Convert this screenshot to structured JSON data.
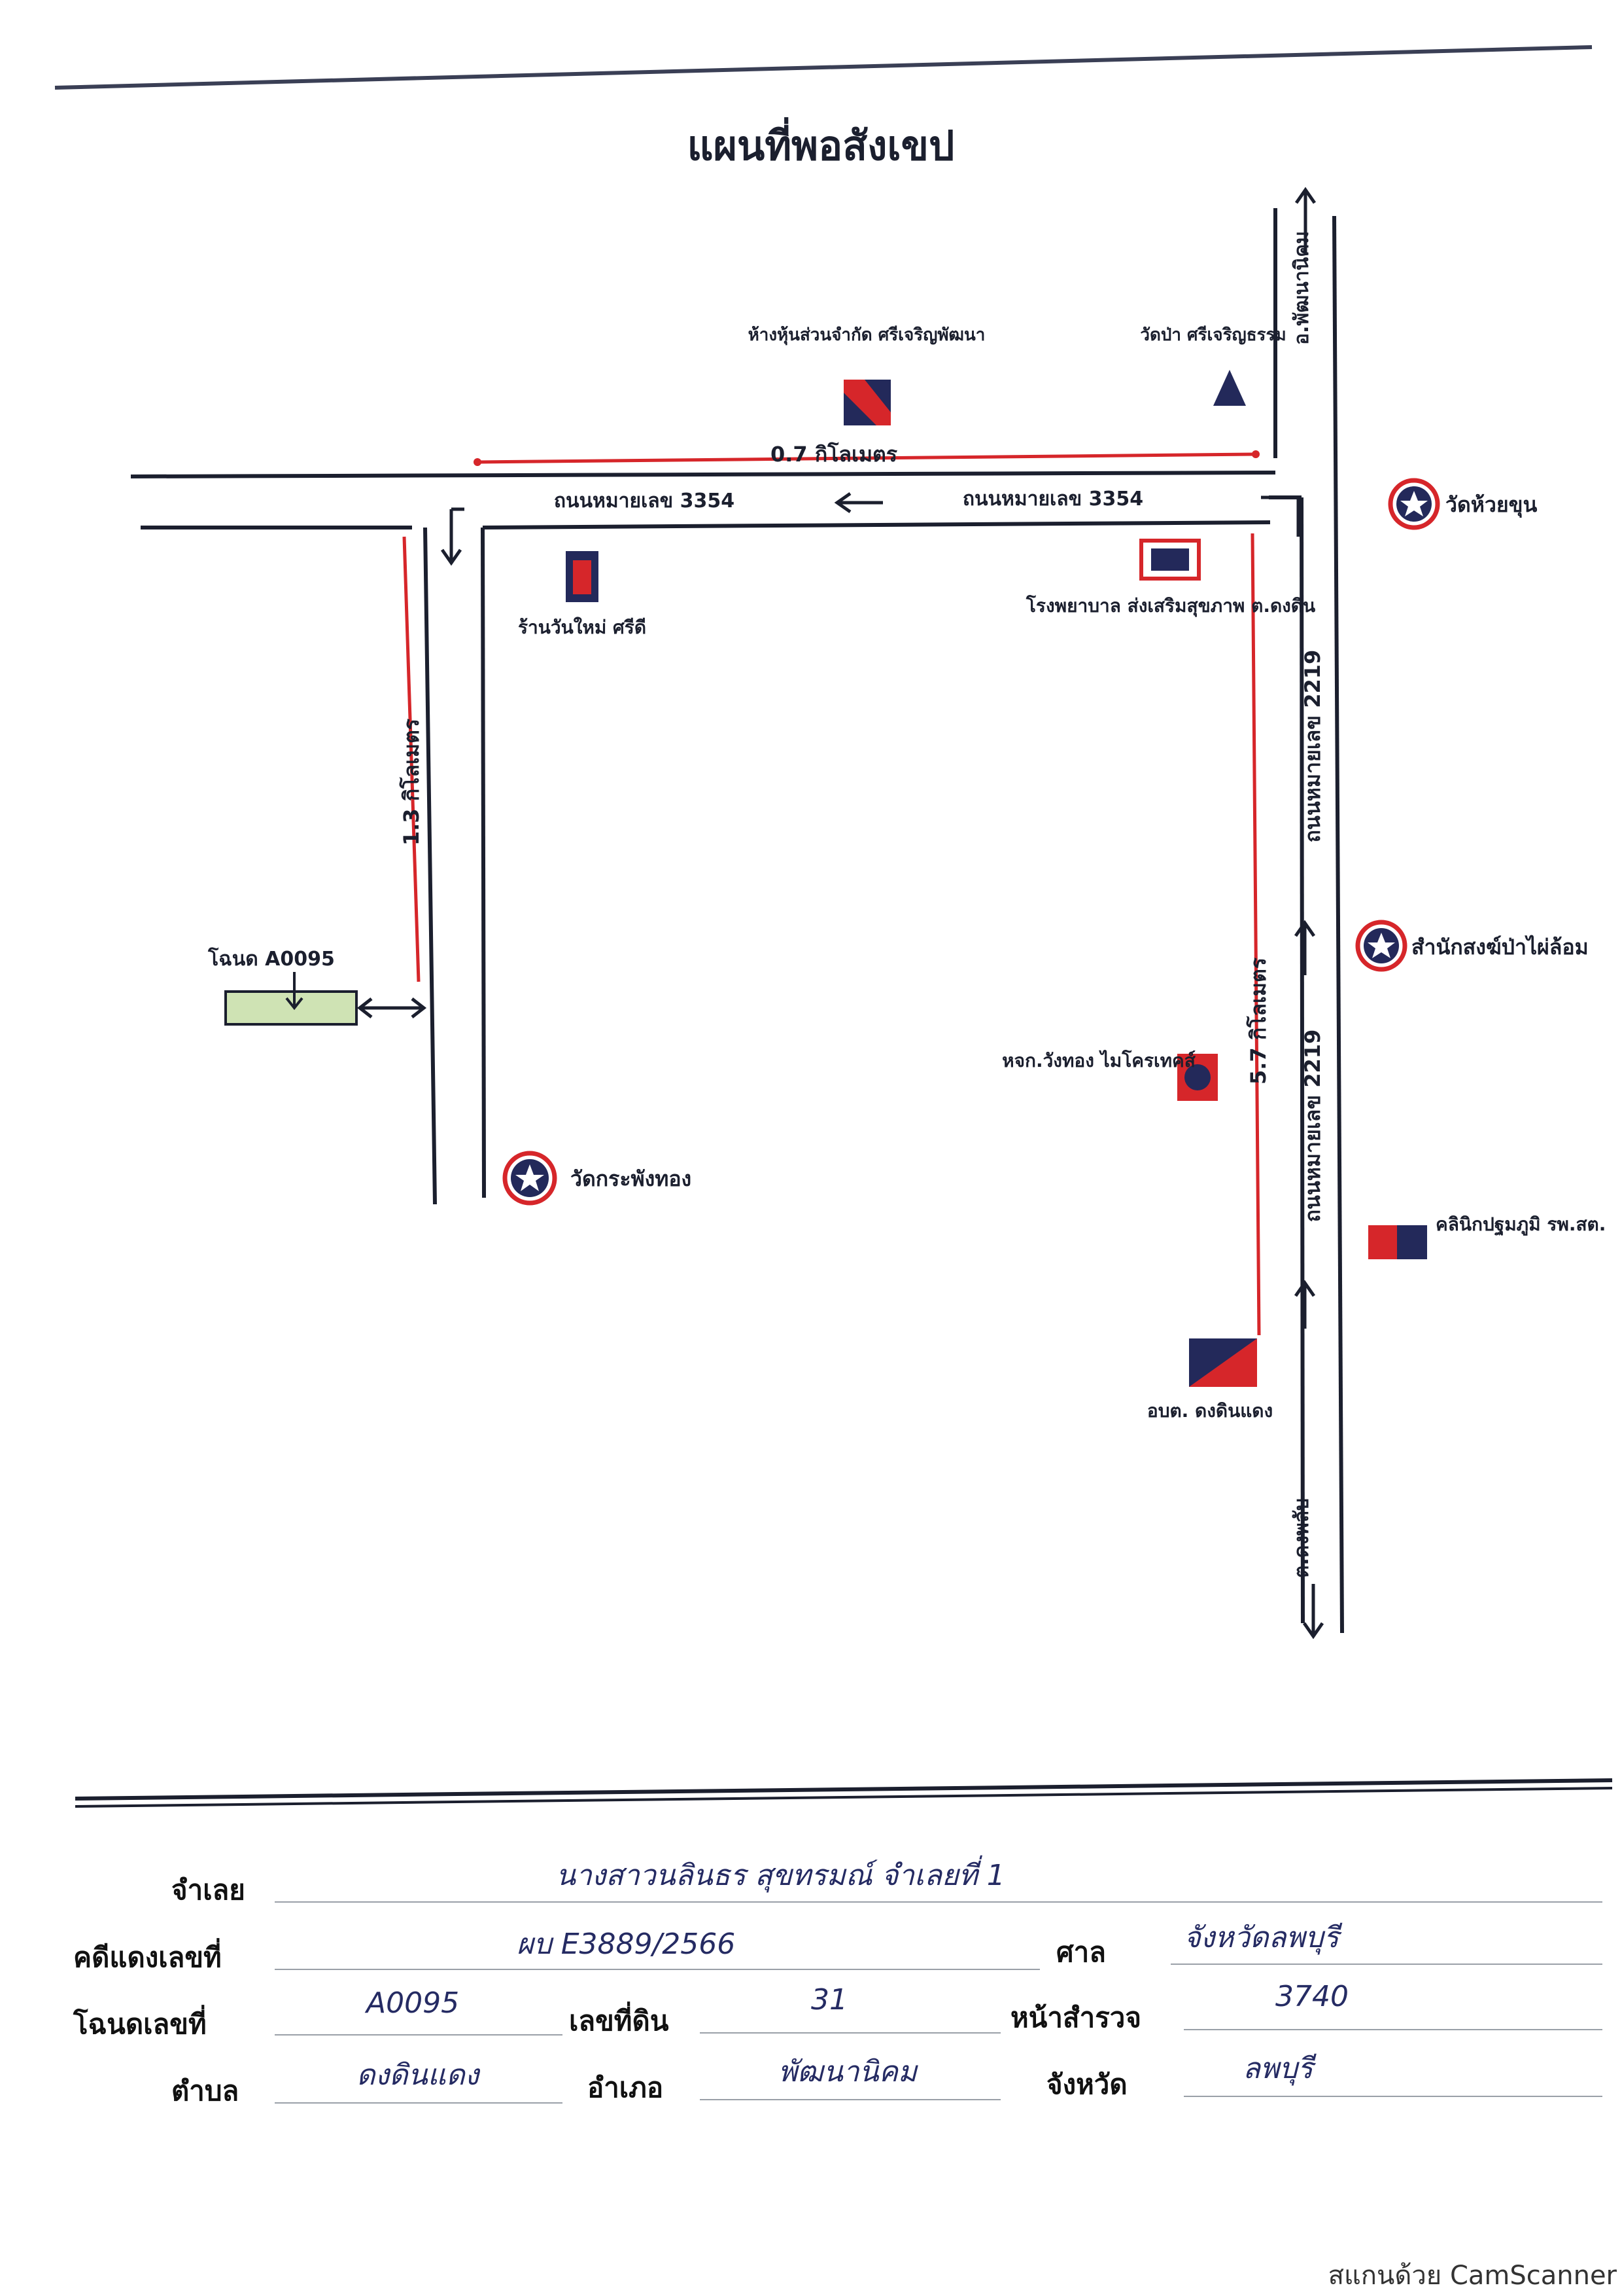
{
  "map": {
    "title": "แผนที่พอสังเขป",
    "roads": {
      "road_3354_left": "ถนนหมายเลข 3354",
      "road_3354_right": "ถนนหมายเลข 3354",
      "road_2219_upper": "ถนนหมายเลข 2219",
      "road_2219_lower": "ถนนหมายเลข 2219",
      "distance_top": "0.7 กิโลเมตร",
      "distance_left": "1.3 กิโลเมตร",
      "distance_right": "5.7 กิโลเมตร",
      "direction_top": "อ.พัฒนานิคม",
      "direction_bottom": "ต.ดงพลับ"
    },
    "landmarks": {
      "store": "ห้างหุ้นส่วนจำกัด ศรีเจริญพัฒนา",
      "temple_top": "วัดป่า ศรีเจริญธรรม",
      "wat_right_top": "วัดห้วยขุน",
      "school": "โรงพยาบาล ส่งเสริมสุขภาพ ต.ดงดิน",
      "hospital_left": "ร้านวันใหม่ ศรีดี",
      "deed_label": "โฉนด A0095",
      "wat_mid_right": "สำนักสงฆ์ป่าไผ่ล้อม",
      "pharmacy": "หจก.วังทอง ไมโครเทคส์",
      "wat_left": "วัดกระพังทอง",
      "clinic": "คลินิกปฐมภูมิ รพ.สต.",
      "obt": "อบต. ดงดินแดง"
    },
    "colors": {
      "ink_blue": "#23295a",
      "ink_red": "#d6262a",
      "deed_green": "#cfe3b4"
    }
  },
  "footer": {
    "fields": [
      {
        "label": "จำเลย",
        "value": "นางสาวนลินธร สุขทรมณ์ จำเลยที่ 1"
      },
      {
        "label": "คดีแดงเลขที่",
        "value": "ผบ E3889/2566"
      },
      {
        "label": "ศาล",
        "value": "จังหวัดลพบุรี"
      },
      {
        "label": "โฉนดเลขที่",
        "value": "A0095"
      },
      {
        "label": "เลขที่ดิน",
        "value": "31"
      },
      {
        "label": "หน้าสำรวจ",
        "value": "3740"
      },
      {
        "label": "ตำบล",
        "value": "ดงดินแดง"
      },
      {
        "label": "อำเภอ",
        "value": "พัฒนานิคม"
      },
      {
        "label": "จังหวัด",
        "value": "ลพบุรี"
      }
    ]
  },
  "watermark": "สแกนด้วย CamScanner"
}
